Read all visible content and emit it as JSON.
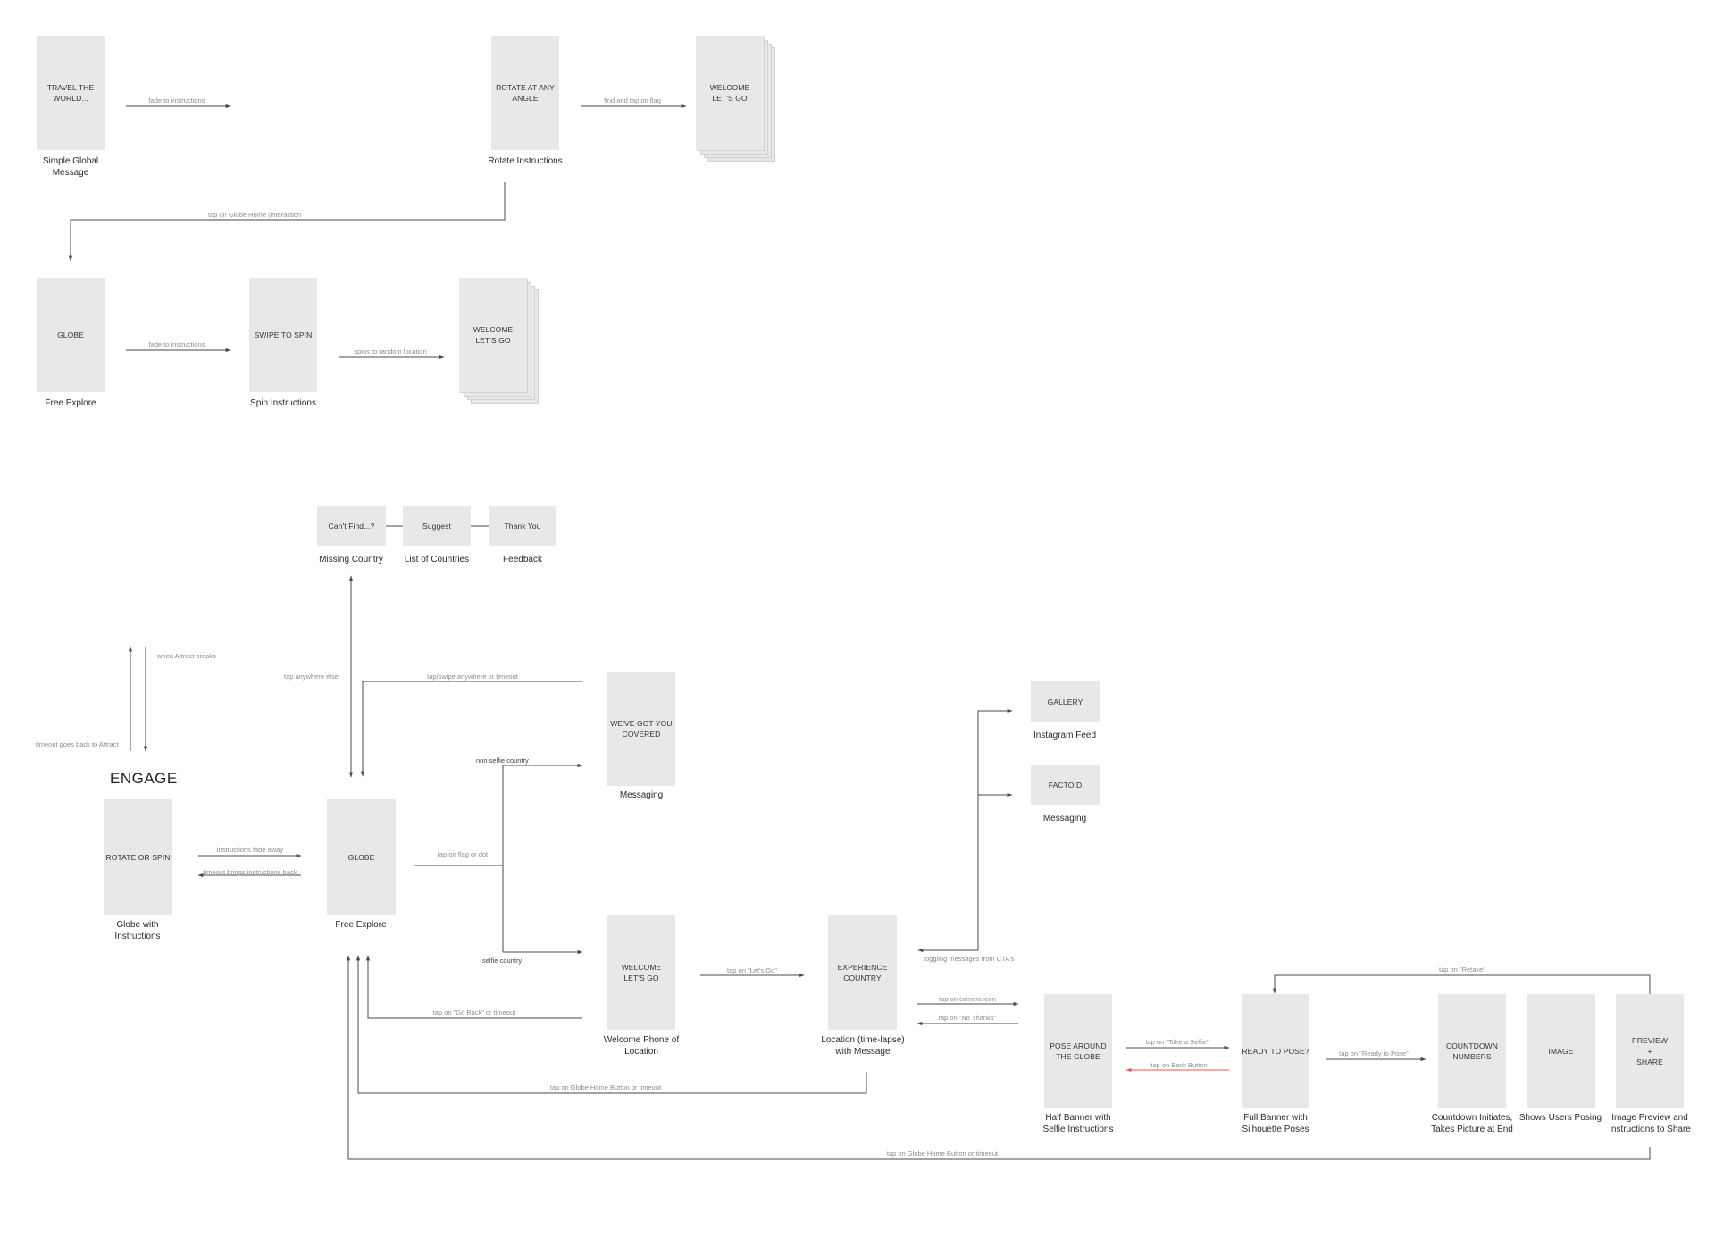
{
  "diagram": {
    "section_label": "ENGAGE",
    "screens": {
      "s_travel": {
        "text": "TRAVEL THE\nWORLD...",
        "caption": "Simple Global\nMessage"
      },
      "s_rotate_any": {
        "text": "ROTATE AT ANY\nANGLE",
        "caption": "Rotate Instructions"
      },
      "s_welcome_top": {
        "text": "WELCOME\nLET'S GO",
        "caption": ""
      },
      "s_globe_top": {
        "text": "GLOBE",
        "caption": "Free Explore"
      },
      "s_swipe": {
        "text": "SWIPE TO SPIN",
        "caption": "Spin Instructions"
      },
      "s_welcome_mid": {
        "text": "WELCOME\nLET'S GO",
        "caption": ""
      },
      "s_cantfind": {
        "text": "Can't Find...?",
        "caption": "Missing Country"
      },
      "s_suggest": {
        "text": "Suggest",
        "caption": "List of Countries"
      },
      "s_thankyou": {
        "text": "Thank You",
        "caption": "Feedback"
      },
      "s_covered": {
        "text": "WE'VE GOT YOU\nCOVERED",
        "caption": "Messaging"
      },
      "s_gallery": {
        "text": "GALLERY",
        "caption": "Instagram Feed"
      },
      "s_factoid": {
        "text": "FACTOID",
        "caption": "Messaging"
      },
      "s_rotate_spin": {
        "text": "ROTATE OR SPIN",
        "caption": "Globe with\nInstructions"
      },
      "s_globe_main": {
        "text": "GLOBE",
        "caption": "Free Explore"
      },
      "s_welcome_phone": {
        "text": "WELCOME\nLET'S GO",
        "caption": "Welcome Phone of\nLocation"
      },
      "s_experience": {
        "text": "EXPERIENCE\nCOUNTRY",
        "caption": "Location (time-lapse)\nwith Message"
      },
      "s_pose_around": {
        "text": "POSE AROUND\nTHE GLOBE",
        "caption": "Half Banner with\nSelfie Instructions"
      },
      "s_ready": {
        "text": "READY TO POSE?",
        "caption": "Full Banner with\nSilhouette Poses"
      },
      "s_countdown": {
        "text": "COUNTDOWN\nNUMBERS",
        "caption": "Countdown Initiates,\nTakes Picture at End"
      },
      "s_image": {
        "text": "IMAGE",
        "caption": "Shows Users Posing"
      },
      "s_preview": {
        "text": "PREVIEW\n+\nSHARE",
        "caption": "Image Preview and\nInstructions to Share"
      }
    },
    "transitions": {
      "t_fade1": "fade to instructions",
      "t_findflag": "find and tap on flag",
      "t_globehome": "tap on Globe Home (interaction",
      "t_fade2": "fade to instructions",
      "t_spins": "spins to random location",
      "t_attract": "when Attract breaks",
      "t_timeout_attract": "timeout goes back to Attract",
      "t_tapelse": "tap anywhere else",
      "t_tapswipe": "tap/swipe anywhere or timeout",
      "t_nonselfie": "non selfie country",
      "t_instr_fade": "instructions fade away",
      "t_instr_back": "timeout brings instructions back",
      "t_flagdot": "tap on flag or dot",
      "t_selfie": "selfie country",
      "t_letsgo": "tap on \"Let's Go\"",
      "t_goback": "tap on \"Go Back\" or timeout",
      "t_toggling": "toggling messages from CTA's",
      "t_camera": "tap on camera icon",
      "t_nothanks": "tap on \"No Thanks\"",
      "t_globehome2": "tap on Globe Home Button or timeout",
      "t_takeselfie": "tap on \"Take a Selfie\"",
      "t_backbtn": "tap on Back Button",
      "t_readypose": "tap on \"Ready to Pose\"",
      "t_retake": "tap on \"Retake\"",
      "t_globehome3": "tap on Globe Home Button or timeout"
    },
    "colors": {
      "card": "#e8e8e8",
      "line": "#4a4a4a",
      "back_line": "#e25b5b",
      "label": "#8c8c8c"
    }
  }
}
